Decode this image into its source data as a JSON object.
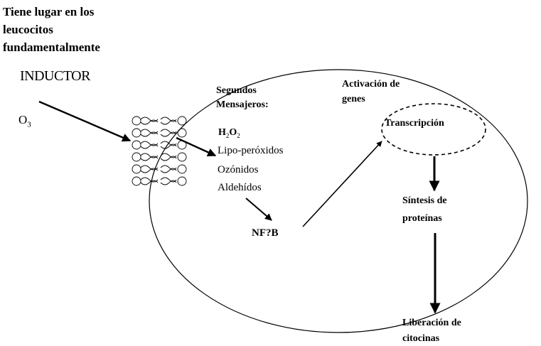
{
  "header": {
    "line1": "Tiene lugar en los",
    "line2": "leucocitos",
    "line3": "fundamentalmente"
  },
  "inductor": {
    "label": "INDUCTOR",
    "ozone_base": "O",
    "ozone_sub": "3"
  },
  "second_messengers": {
    "title_line1": "Segundos",
    "title_line2": "Mensajeros:",
    "h2o2": {
      "h": "H",
      "s1": "2",
      "o": "O",
      "s2": "2"
    },
    "items": [
      "Lipo-peróxidos",
      "Ozónidos",
      "Aldehídos"
    ]
  },
  "nfkb": "NF?B",
  "gene_activation": {
    "line1": "Activación de",
    "line2": "genes"
  },
  "transcription": "Transcripción",
  "protein_synthesis": {
    "line1": "Síntesis de",
    "line2": "proteínas"
  },
  "cytokine_release": {
    "line1": "Liberación de",
    "line2": "citocinas"
  }
}
